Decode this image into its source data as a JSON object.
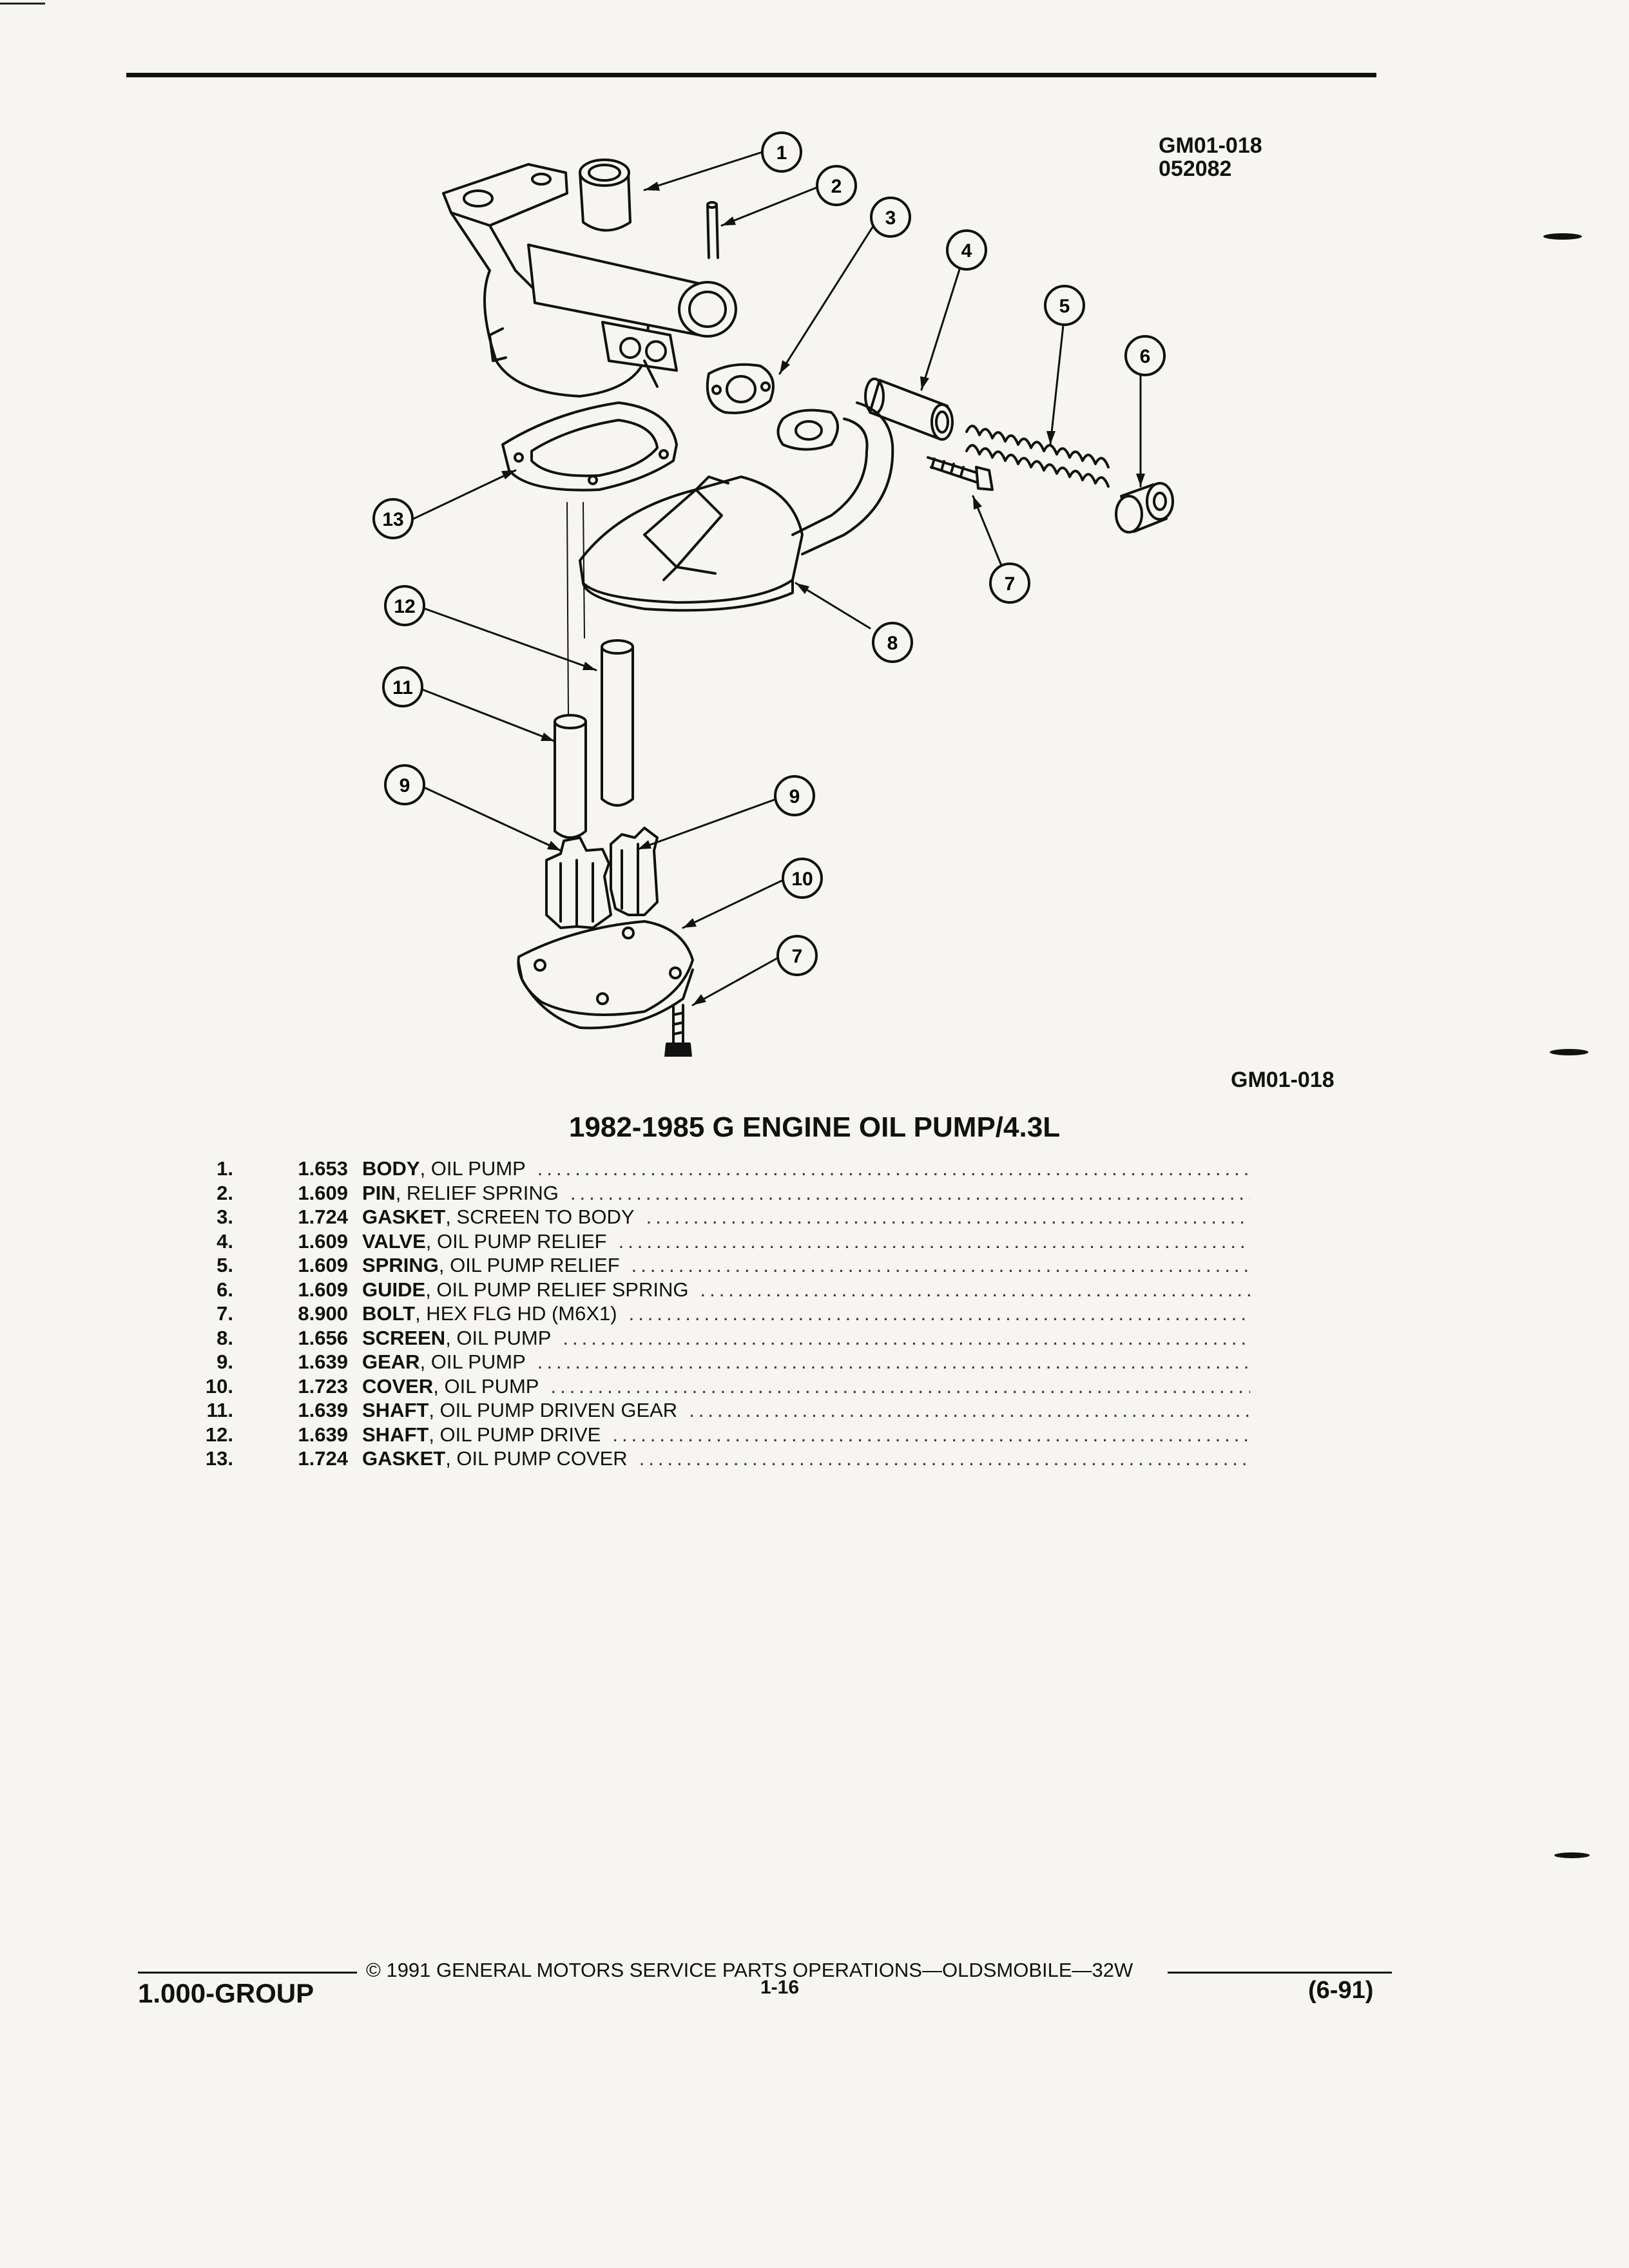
{
  "figure": {
    "code_top": "GM01-018",
    "code_date": "052082",
    "code_bottom": "GM01-018",
    "callouts": [
      "1",
      "2",
      "3",
      "4",
      "5",
      "6",
      "7",
      "8",
      "9",
      "9",
      "10",
      "7",
      "11",
      "12",
      "13"
    ]
  },
  "title": "1982-1985 G ENGINE OIL PUMP/4.3L",
  "parts": [
    {
      "no": "1.",
      "group": "1.653",
      "name": "BODY",
      "desc": ", OIL PUMP"
    },
    {
      "no": "2.",
      "group": "1.609",
      "name": "PIN",
      "desc": ", RELIEF SPRING"
    },
    {
      "no": "3.",
      "group": "1.724",
      "name": "GASKET",
      "desc": ", SCREEN TO BODY"
    },
    {
      "no": "4.",
      "group": "1.609",
      "name": "VALVE",
      "desc": ", OIL PUMP RELIEF"
    },
    {
      "no": "5.",
      "group": "1.609",
      "name": "SPRING",
      "desc": ", OIL PUMP RELIEF"
    },
    {
      "no": "6.",
      "group": "1.609",
      "name": "GUIDE",
      "desc": ", OIL PUMP RELIEF SPRING"
    },
    {
      "no": "7.",
      "group": "8.900",
      "name": "BOLT",
      "desc": ", HEX FLG HD (M6X1)"
    },
    {
      "no": "8.",
      "group": "1.656",
      "name": "SCREEN",
      "desc": ", OIL PUMP"
    },
    {
      "no": "9.",
      "group": "1.639",
      "name": "GEAR",
      "desc": ", OIL PUMP"
    },
    {
      "no": "10.",
      "group": "1.723",
      "name": "COVER",
      "desc": ", OIL PUMP"
    },
    {
      "no": "11.",
      "group": "1.639",
      "name": "SHAFT",
      "desc": ", OIL PUMP DRIVEN GEAR"
    },
    {
      "no": "12.",
      "group": "1.639",
      "name": "SHAFT",
      "desc": ", OIL PUMP DRIVE"
    },
    {
      "no": "13.",
      "group": "1.724",
      "name": "GASKET",
      "desc": ", OIL PUMP COVER"
    }
  ],
  "footer": {
    "copyright": "© 1991 GENERAL MOTORS SERVICE PARTS OPERATIONS—OLDSMOBILE—32W",
    "group": "1.000-GROUP",
    "page": "1-16",
    "date": "(6-91)"
  }
}
